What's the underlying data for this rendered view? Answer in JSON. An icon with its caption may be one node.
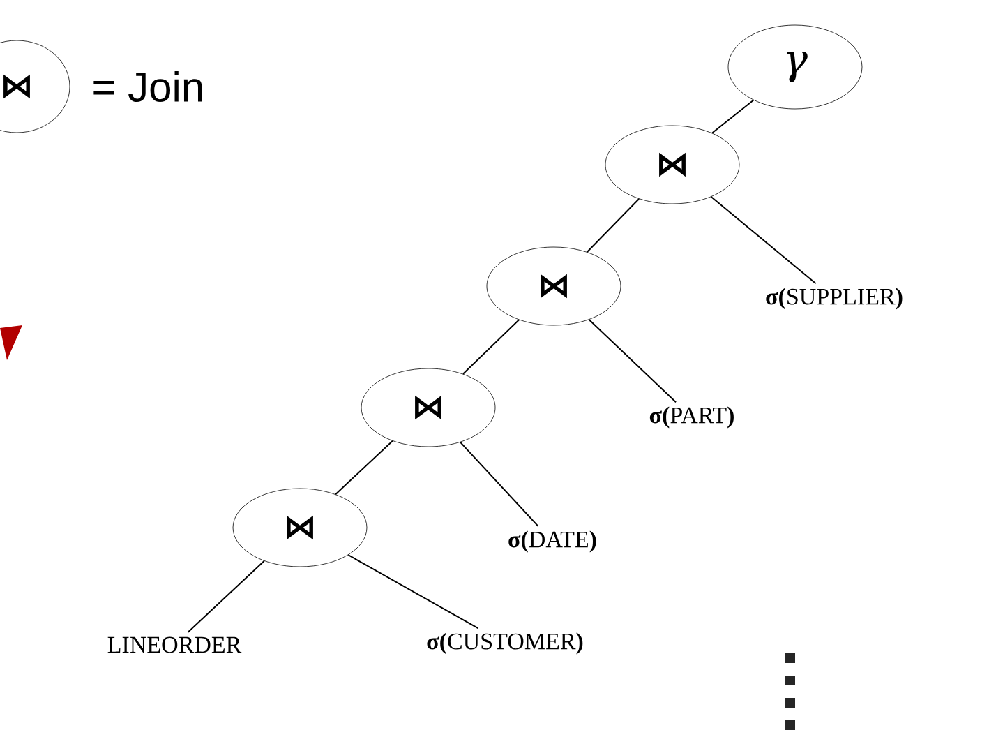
{
  "diagram": {
    "nodes": [
      {
        "text": [
          "⋈"
        ],
        "beside": [
          "= Join"
        ]
      },
      {
        "text": [
          "γ"
        ]
      },
      {
        "text": [
          "⋈"
        ]
      },
      {
        "text": [
          "**σ(**SUPPLIER**)**"
        ]
      },
      {
        "text": [
          "⋈"
        ]
      },
      {
        "text": [
          "**σ(**PART**)**"
        ]
      },
      {
        "text": [
          "⋈"
        ]
      },
      {
        "text": [
          "**σ(**DATE**)**"
        ]
      },
      {
        "text": [
          "⋈"
        ]
      },
      {
        "text": [
          "LINEORDER"
        ]
      },
      {
        "text": [
          "**σ(**CUSTOMER**)**"
        ]
      }
    ],
    "edges": [
      {
        "from": 1,
        "to": 2,
        "arrow": "none"
      },
      {
        "from": 2,
        "to": 4,
        "arrow": "none"
      },
      {
        "from": 2,
        "to": 3,
        "arrow": "none"
      },
      {
        "from": 4,
        "to": 6,
        "arrow": "none"
      },
      {
        "from": 4,
        "to": 5,
        "arrow": "none"
      },
      {
        "from": 6,
        "to": 8,
        "arrow": "none"
      },
      {
        "from": 6,
        "to": 7,
        "arrow": "none"
      },
      {
        "from": 8,
        "to": 9,
        "arrow": "none"
      },
      {
        "from": 8,
        "to": 10,
        "arrow": "none"
      }
    ]
  }
}
